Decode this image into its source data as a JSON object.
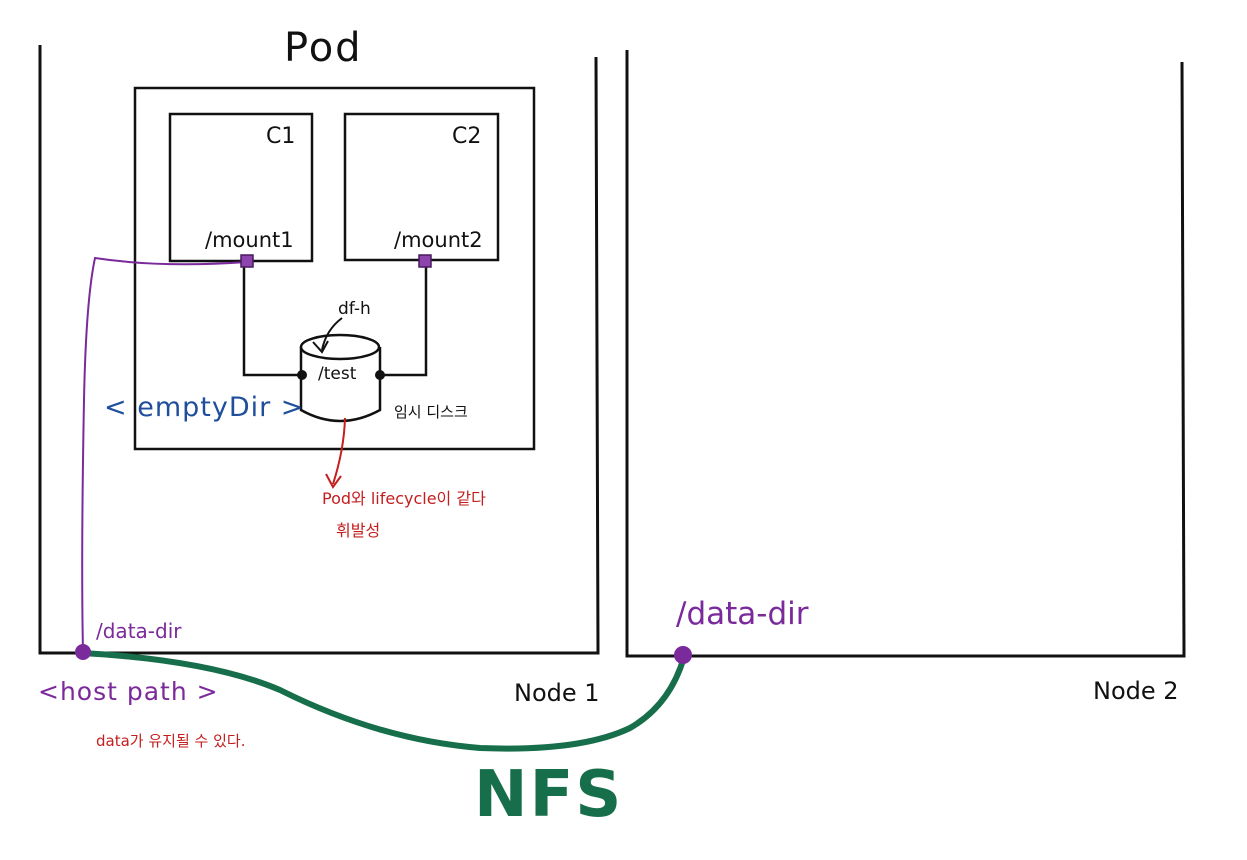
{
  "diagram": {
    "pod_label": "Pod",
    "containers": [
      {
        "name": "C1",
        "mount_path": "/mount1"
      },
      {
        "name": "C2",
        "mount_path": "/mount2"
      }
    ],
    "disk": {
      "command": "df-h",
      "path": "/test",
      "note": "임시 디스크"
    },
    "empty_dir_label": "< emptyDir >",
    "lifecycle_note": "Pod와 lifecycle이 같다",
    "volatility_note": "휘발성",
    "host_path_label": "<host path >",
    "persist_note": "data가 유지될 수 있다.",
    "nodes": [
      {
        "label": "Node 1",
        "data_dir": "/data-dir"
      },
      {
        "label": "Node 2",
        "data_dir": "/data-dir"
      }
    ],
    "nfs_label": "NFS",
    "colors": {
      "ink": "#111111",
      "purple": "#7a2a9a",
      "empty_dir_blue": "#1f4f9c",
      "note_red": "#c41e1e",
      "nfs_green": "#176e4a"
    }
  }
}
